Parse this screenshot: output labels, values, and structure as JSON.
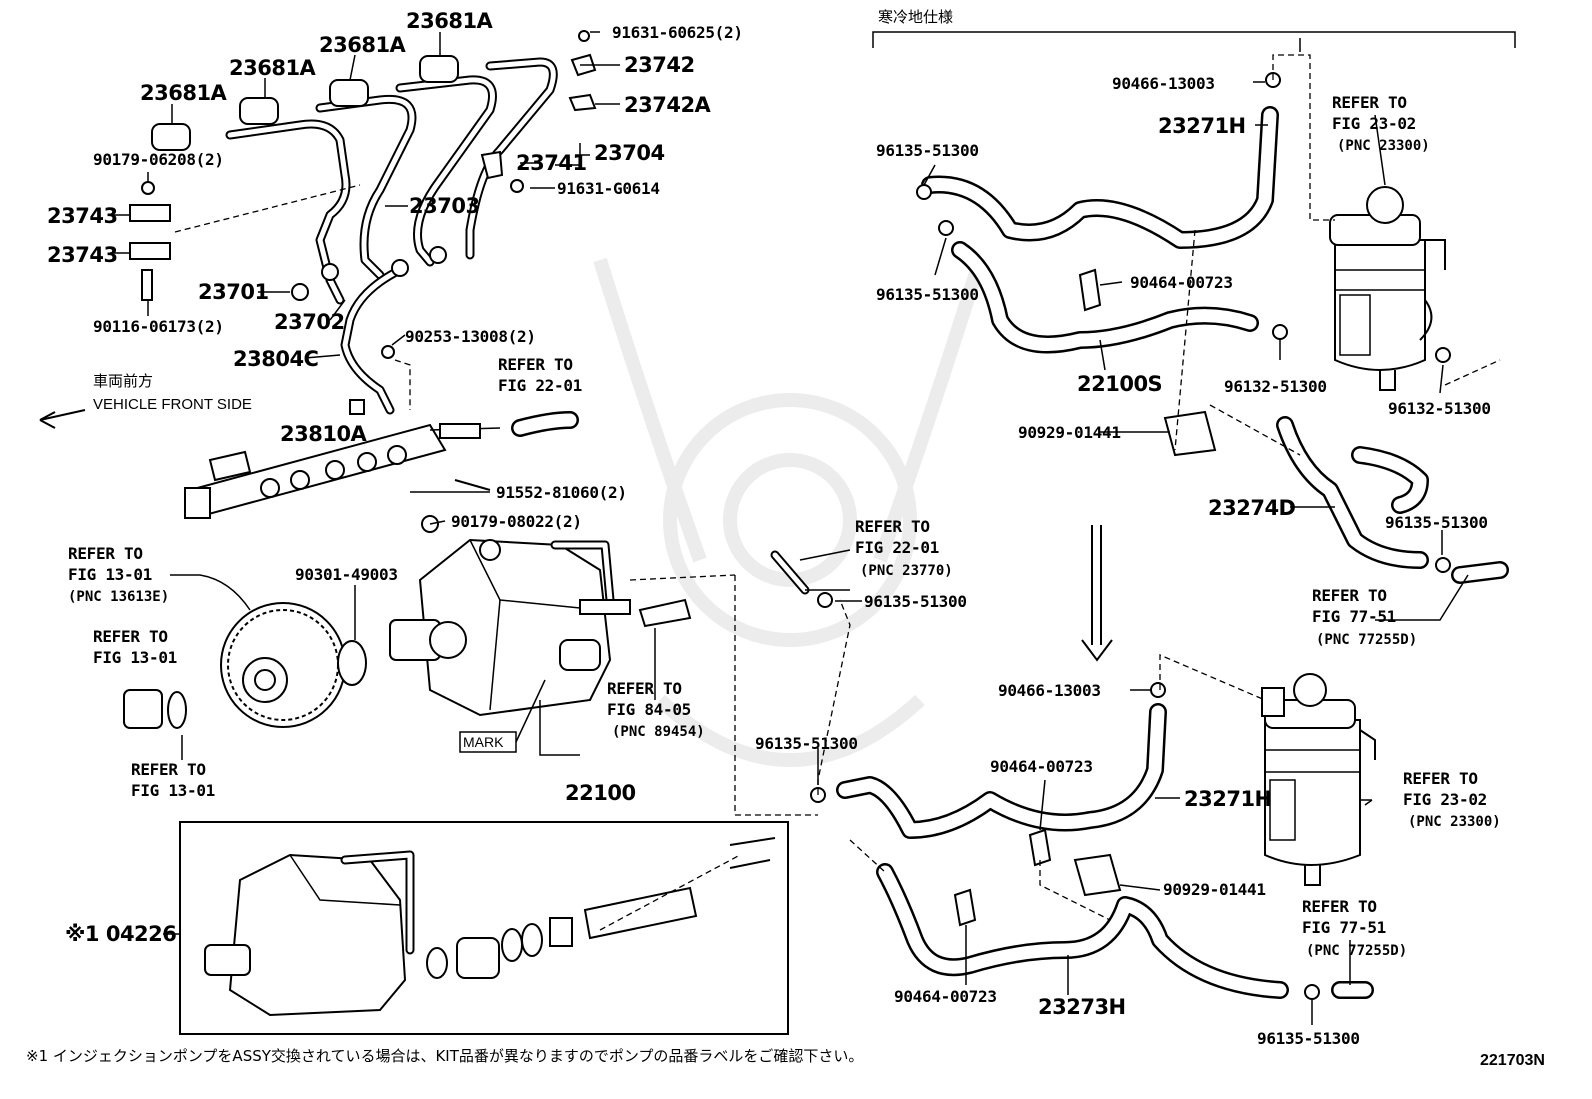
{
  "diagram_id": "221703N",
  "header_cold_spec": "寒冷地仕様",
  "front_direction": {
    "jp": "車両前方",
    "en": "VEHICLE FRONT SIDE"
  },
  "mark_label": "MARK",
  "footnote_marker": "※1",
  "footnote": "※1 インジェクションポンプをASSY交換されている場合は、KIT品番が異なりますのでポンプの品番ラベルをご確認下さい。",
  "kit_label": "※1 04226",
  "parts": {
    "p23681A": "23681A",
    "p91631_60625": "91631-60625(2)",
    "p23742": "23742",
    "p23742A": "23742A",
    "p23704": "23704",
    "p23741": "23741",
    "p91631_G0614": "91631-G0614",
    "p90179_06208": "90179-06208(2)",
    "p23743": "23743",
    "p23703": "23703",
    "p23701": "23701",
    "p23702": "23702",
    "p90116_06173": "90116-06173(2)",
    "p23804C": "23804C",
    "p90253_13008": "90253-13008(2)",
    "p23810A": "23810A",
    "p91552_81060": "91552-81060(2)",
    "p90179_08022": "90179-08022(2)",
    "p90301_49003": "90301-49003",
    "p22100": "22100",
    "p90466_13003": "90466-13003",
    "p23271H": "23271H",
    "p96135_51300": "96135-51300",
    "p90464_00723": "90464-00723",
    "p22100S": "22100S",
    "p96132_51300": "96132-51300",
    "p90929_01441": "90929-01441",
    "p23274D": "23274D",
    "p23273H": "23273H"
  },
  "refs": {
    "refer_to": "REFER TO",
    "fig_22_01": "FIG 22-01",
    "fig_13_01": "FIG 13-01",
    "fig_84_05": "FIG 84-05",
    "fig_23_02": "FIG 23-02",
    "fig_77_51": "FIG 77-51",
    "pnc_13613E": "(PNC 13613E)",
    "pnc_89454": "(PNC 89454)",
    "pnc_23770": "(PNC 23770)",
    "pnc_23300": "(PNC 23300)",
    "pnc_77255D": "(PNC 77255D)"
  }
}
